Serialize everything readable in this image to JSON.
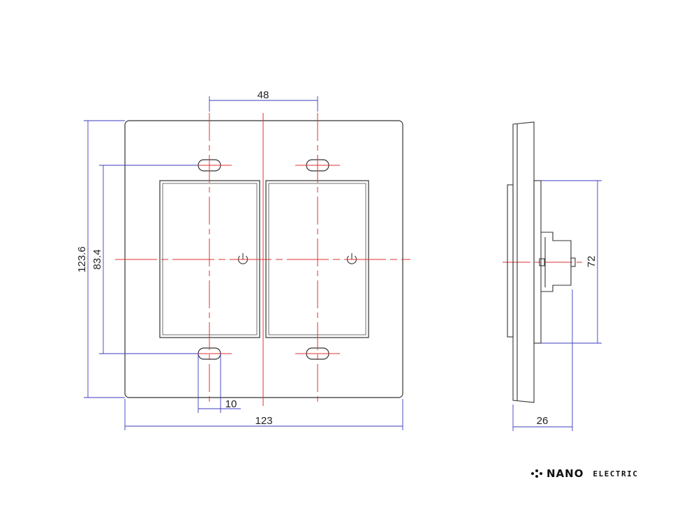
{
  "dimensions": {
    "top_width": "48",
    "plate_height": "123.6",
    "mount_height": "83.4",
    "slot_width": "10",
    "plate_width": "123",
    "depth": "26",
    "side_height": "72"
  },
  "brand": {
    "name": "NANO",
    "tagline": "ELECTRIC"
  },
  "colors": {
    "outline": "#333333",
    "dimension": "#3b3bbf",
    "centerline": "#e03030"
  },
  "icons": [
    "power-icon",
    "logo-dots-icon"
  ]
}
